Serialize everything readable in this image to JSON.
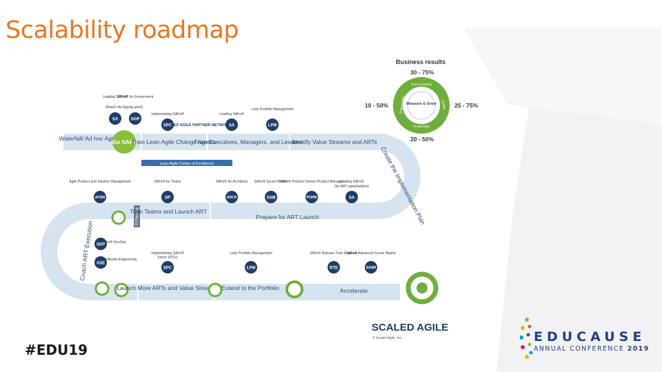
{
  "slide": {
    "title": "Scalability roadmap",
    "hashtag": "#EDU19"
  },
  "roadmap": {
    "business_results": {
      "title": "Business results",
      "top": "30 - 75%",
      "left": "10 - 50%",
      "right": "25 - 75%",
      "bottom": "20 - 50%",
      "center": "Measure & Grow",
      "ring": [
        "Time-to-Market",
        "Quality",
        "Productivity",
        "Engagement"
      ]
    },
    "top_labels": {
      "leading_safe": "Leading SAFe®",
      "safe_gov": "SAFe® for Government",
      "tipping": "(Reach the tipping point)",
      "implementing": "Implementing SAFe®",
      "leading2": "Leading SAFe®",
      "lpm": "Lean Portfolio Management",
      "partner": "SCALED AGILE PARTNER NETWORK"
    },
    "row1": {
      "start": "Waterfall/ Ad hoc Agile",
      "go": "Go SAFe",
      "s1": "Train Lean-Agile Change Agents",
      "s2": "Train Executives, Managers, and Leaders",
      "s3": "Identify Value Streams and ARTs",
      "coe": "Lean-Agile Center of Excellence"
    },
    "curve_right": "Create the Implementation Plan",
    "curve_left": "Coach ART Execution",
    "row2_labels": {
      "l1": "Agile Product and Solution Management",
      "l2": "SAFe® for Teams",
      "l3": "SAFe® for Architects",
      "l4": "SAFe® Scrum Master",
      "l5": "SAFe® Product Owner/ Product Manager",
      "l6": "Leading SAFe®",
      "l6b": "(for ART stakeholders)"
    },
    "row2": {
      "s1": "Train Teams and Launch ART",
      "s2": "Prepare for ART Launch",
      "pi": "PI Planning"
    },
    "row3_labels": {
      "devops": "SAFe® DevOps",
      "ase": "Agile Software Engineering",
      "impl": "Implementing SAFe®",
      "impl_b": "(more SPCs)",
      "lpm": "Lean Portfolio Management",
      "rte": "SAFe® Release Train Engineer",
      "asm": "SAFe® Advanced Scrum Master"
    },
    "row3": {
      "s1": "Launch More ARTs and Value Streams",
      "s2": "Extend to the Portfolio",
      "s3": "Accelerate"
    },
    "badges": {
      "sa": "SA",
      "sgp": "SGP",
      "spc": "SPC",
      "lpm": "LPM",
      "sp": "SP",
      "apsm": "APSM",
      "arch": "ARCH",
      "ssm": "SSM",
      "popm": "POPM",
      "sdp": "SDP",
      "ase": "ASE",
      "rte": "RTE",
      "sasm": "SASM"
    },
    "brand": "SCALED AGILE",
    "brand_copy": "© Scaled Agile, Inc."
  },
  "educause": {
    "word": "EDUCAUSE",
    "sub_a": "ANNUAL CONFERENCE",
    "sub_b": "2019"
  },
  "colors": {
    "title": "#e87722",
    "road": "#d6e4f0",
    "road_text": "#2e4a6e",
    "go_green": "#8bbd3c",
    "ring_green": "#6fae3e",
    "badge_blue": "#1f3d66",
    "educause_blue": "#253f88"
  }
}
